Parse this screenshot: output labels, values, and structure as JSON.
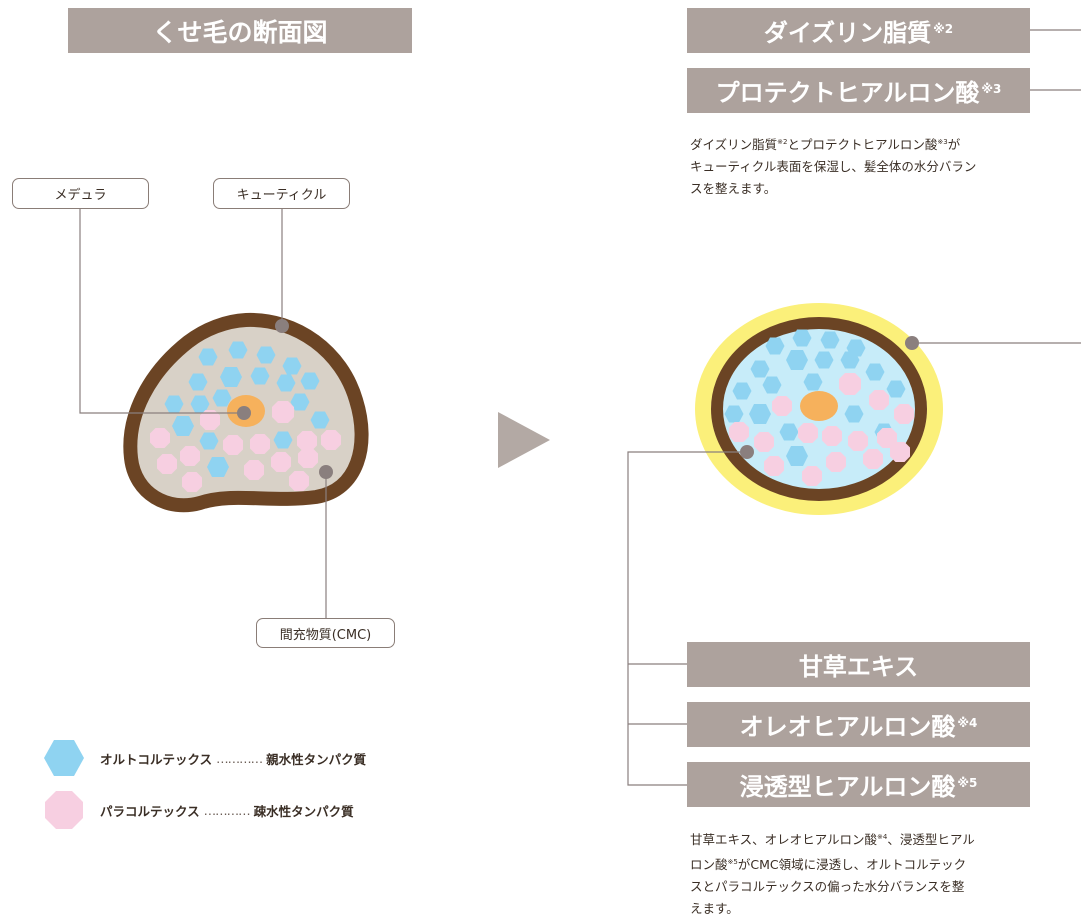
{
  "left": {
    "title": "くせ毛の断面図",
    "label_medulla": "メデュラ",
    "label_cuticle": "キューティクル",
    "label_cmc": "間充物質(CMC)",
    "legend": [
      {
        "name": "オルトコルテックス",
        "dots": "…………",
        "desc": "親水性タンパク質",
        "color": "#8fd3f1"
      },
      {
        "name": "パラコルテックス",
        "dots": "…………",
        "desc": "疎水性タンパク質",
        "color": "#f7cfe1"
      }
    ]
  },
  "right": {
    "top_banners": [
      {
        "text": "ダイズリン脂質",
        "note": "※2"
      },
      {
        "text": "プロテクトヒアルロン酸",
        "note": "※3"
      }
    ],
    "top_desc": {
      "p1": "ダイズリン脂質",
      "n1": "※2",
      "p2": "とプロテクトヒアルロン酸",
      "n2": "※3",
      "p3": "が",
      "line2": "キューティクル表面を保湿し、髪全体の水分バラン",
      "line3": "スを整えます。"
    },
    "bottom_banners": [
      {
        "text": "甘草エキス",
        "note": ""
      },
      {
        "text": "オレオヒアルロン酸",
        "note": "※4"
      },
      {
        "text": "浸透型ヒアルロン酸",
        "note": "※5"
      }
    ],
    "bottom_desc": {
      "p1": "甘草エキス、オレオヒアルロン酸",
      "n1": "※4",
      "p2": "、浸透型ヒアル",
      "p3": "ロン酸",
      "n2": "※5",
      "p4": "がCMC領域に浸透し、オルトコルテック",
      "line3": "スとパラコルテックスの偏った水分バランスを整",
      "line4": "えます。"
    }
  },
  "colors": {
    "banner_bg": "#ada29d",
    "cuticle_brown": "#6b4424",
    "cmc_fill": "#d8d1c7",
    "moist_fill": "#c7ecf9",
    "yellow_ring": "#fbf07a",
    "medulla_orange": "#f6b15c",
    "pointer_gray": "#8a7f7e",
    "arrow_gray": "#b3a9a4"
  }
}
